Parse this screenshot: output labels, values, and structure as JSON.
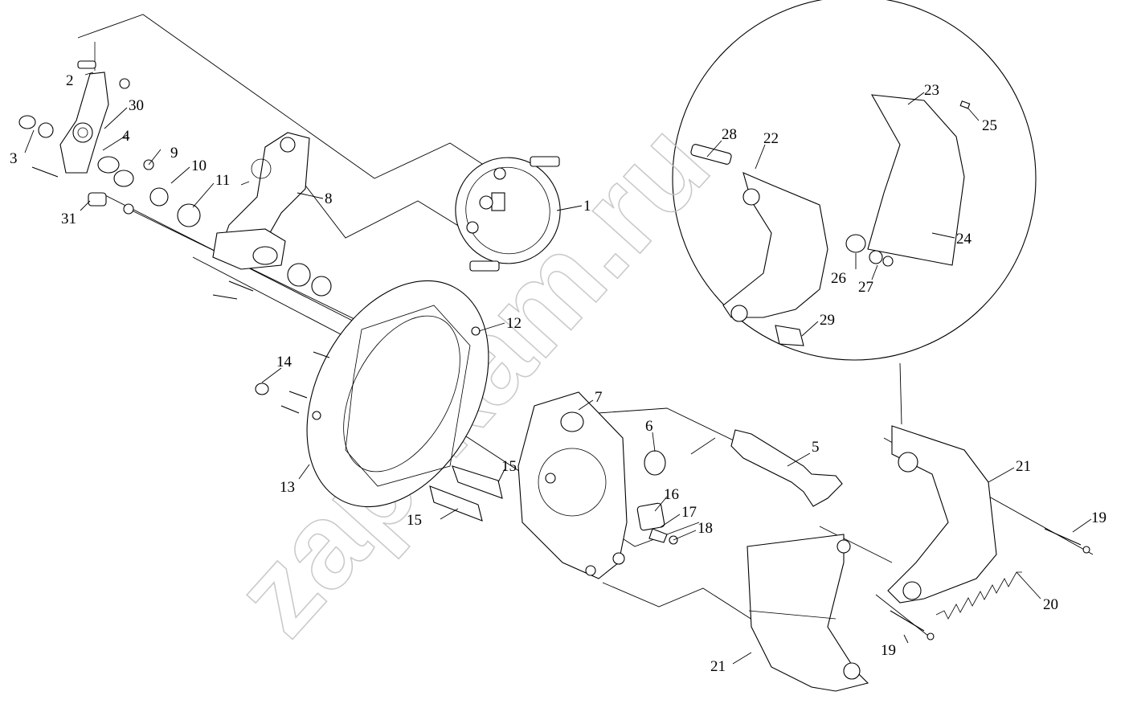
{
  "watermark": "zap-kam.ru",
  "callouts": [
    {
      "id": "c1",
      "text": "1"
    },
    {
      "id": "c2",
      "text": "2"
    },
    {
      "id": "c3",
      "text": "3"
    },
    {
      "id": "c4",
      "text": "4"
    },
    {
      "id": "c5",
      "text": "5"
    },
    {
      "id": "c6",
      "text": "6"
    },
    {
      "id": "c7",
      "text": "7"
    },
    {
      "id": "c8",
      "text": "8"
    },
    {
      "id": "c9",
      "text": "9"
    },
    {
      "id": "c10",
      "text": "10"
    },
    {
      "id": "c11",
      "text": "11"
    },
    {
      "id": "c12",
      "text": "12"
    },
    {
      "id": "c13",
      "text": "13"
    },
    {
      "id": "c14",
      "text": "14"
    },
    {
      "id": "c15a",
      "text": "15"
    },
    {
      "id": "c15b",
      "text": "15"
    },
    {
      "id": "c16",
      "text": "16"
    },
    {
      "id": "c17",
      "text": "17"
    },
    {
      "id": "c18",
      "text": "18"
    },
    {
      "id": "c19a",
      "text": "19"
    },
    {
      "id": "c19b",
      "text": "19"
    },
    {
      "id": "c20",
      "text": "20"
    },
    {
      "id": "c21a",
      "text": "21"
    },
    {
      "id": "c21b",
      "text": "21"
    },
    {
      "id": "c22",
      "text": "22"
    },
    {
      "id": "c23",
      "text": "23"
    },
    {
      "id": "c24",
      "text": "24"
    },
    {
      "id": "c25",
      "text": "25"
    },
    {
      "id": "c26",
      "text": "26"
    },
    {
      "id": "c27",
      "text": "27"
    },
    {
      "id": "c28",
      "text": "28"
    },
    {
      "id": "c29",
      "text": "29"
    },
    {
      "id": "c30",
      "text": "30"
    },
    {
      "id": "c31",
      "text": "31"
    }
  ]
}
